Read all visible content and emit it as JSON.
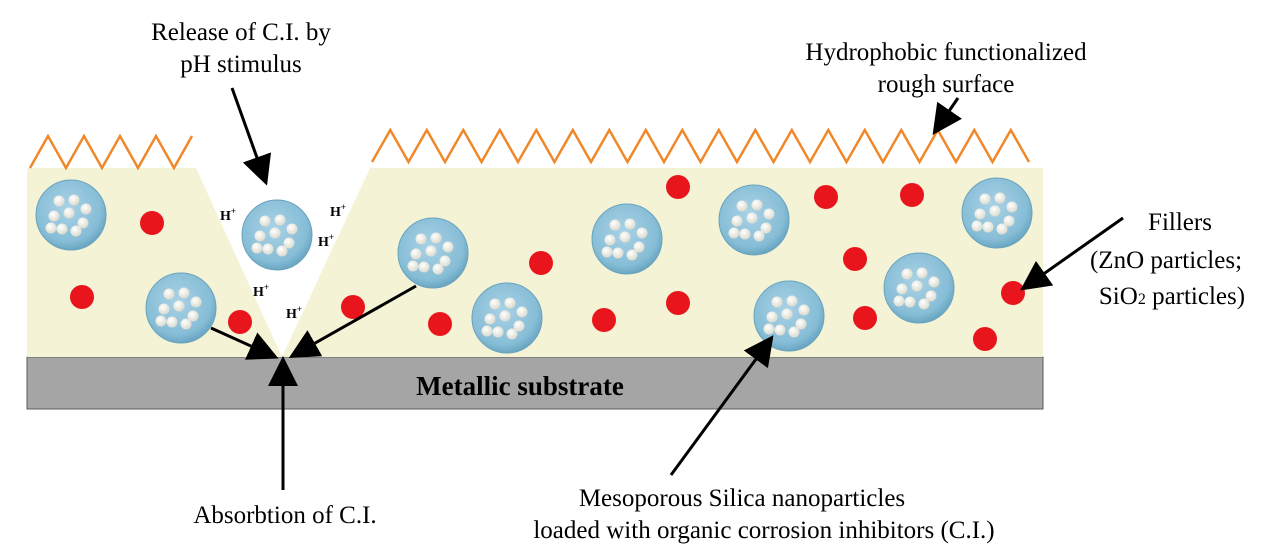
{
  "labels": {
    "release_line1": "Release of C.I. by",
    "release_line2": "pH stimulus",
    "hydrophobic_line1": "Hydrophobic functionalized",
    "hydrophobic_line2": "rough surface",
    "fillers_line1": "Fillers",
    "fillers_line2": "(ZnO particles;",
    "fillers_line3_prefix": "SiO",
    "fillers_line3_sub": "2",
    "fillers_line3_suffix": " particles)",
    "substrate": "Metallic substrate",
    "absorption": "Absorbtion of C.I.",
    "mesoporous_line1": "Mesoporous Silica nanoparticles",
    "mesoporous_line2": "loaded with organic corrosion inhibitors (C.I.)"
  },
  "ion": {
    "symbol": "H",
    "charge": "+"
  },
  "colors": {
    "coating": "#f5f3d5",
    "substrate": "#a5a5a5",
    "zigzag": "#f0882a",
    "filler": "#e8151c",
    "nanoparticle": "#8fc3db",
    "pore": "#f0f0ea"
  }
}
